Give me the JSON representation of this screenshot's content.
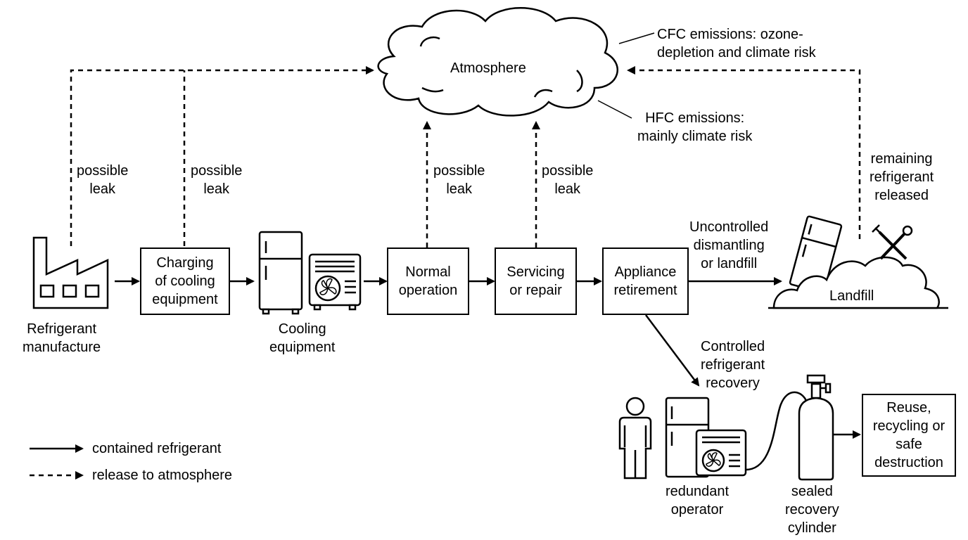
{
  "atmosphere": "Atmosphere",
  "cfc_note": [
    "CFC emissions: ozone-",
    "depletion and climate risk"
  ],
  "hfc_note": [
    "HFC emissions:",
    "mainly climate risk"
  ],
  "leak_labels": [
    [
      "possible",
      "leak"
    ],
    [
      "possible",
      "leak"
    ],
    [
      "possible",
      "leak"
    ],
    [
      "possible",
      "leak"
    ]
  ],
  "remaining_label": [
    "remaining",
    "refrigerant",
    "released"
  ],
  "nodes": {
    "manufacture": [
      "Refrigerant",
      "manufacture"
    ],
    "charging": [
      "Charging",
      "of cooling",
      "equipment"
    ],
    "cooling": [
      "Cooling",
      "equipment"
    ],
    "normal": [
      "Normal",
      "operation"
    ],
    "servicing": [
      "Servicing",
      "or repair"
    ],
    "retirement": [
      "Appliance",
      "retirement"
    ],
    "landfill": "Landfill",
    "reuse": [
      "Reuse,",
      "recycling or",
      "safe",
      "destruction"
    ],
    "operator": [
      "redundant",
      "operator"
    ],
    "cylinder": [
      "sealed",
      "recovery",
      "cylinder"
    ]
  },
  "uncontrolled_label": [
    "Uncontrolled",
    "dismantling",
    "or landfill"
  ],
  "controlled_label": [
    "Controlled",
    "refrigerant",
    "recovery"
  ],
  "legend": {
    "contained": "contained refrigerant",
    "release": "release to atmosphere"
  }
}
